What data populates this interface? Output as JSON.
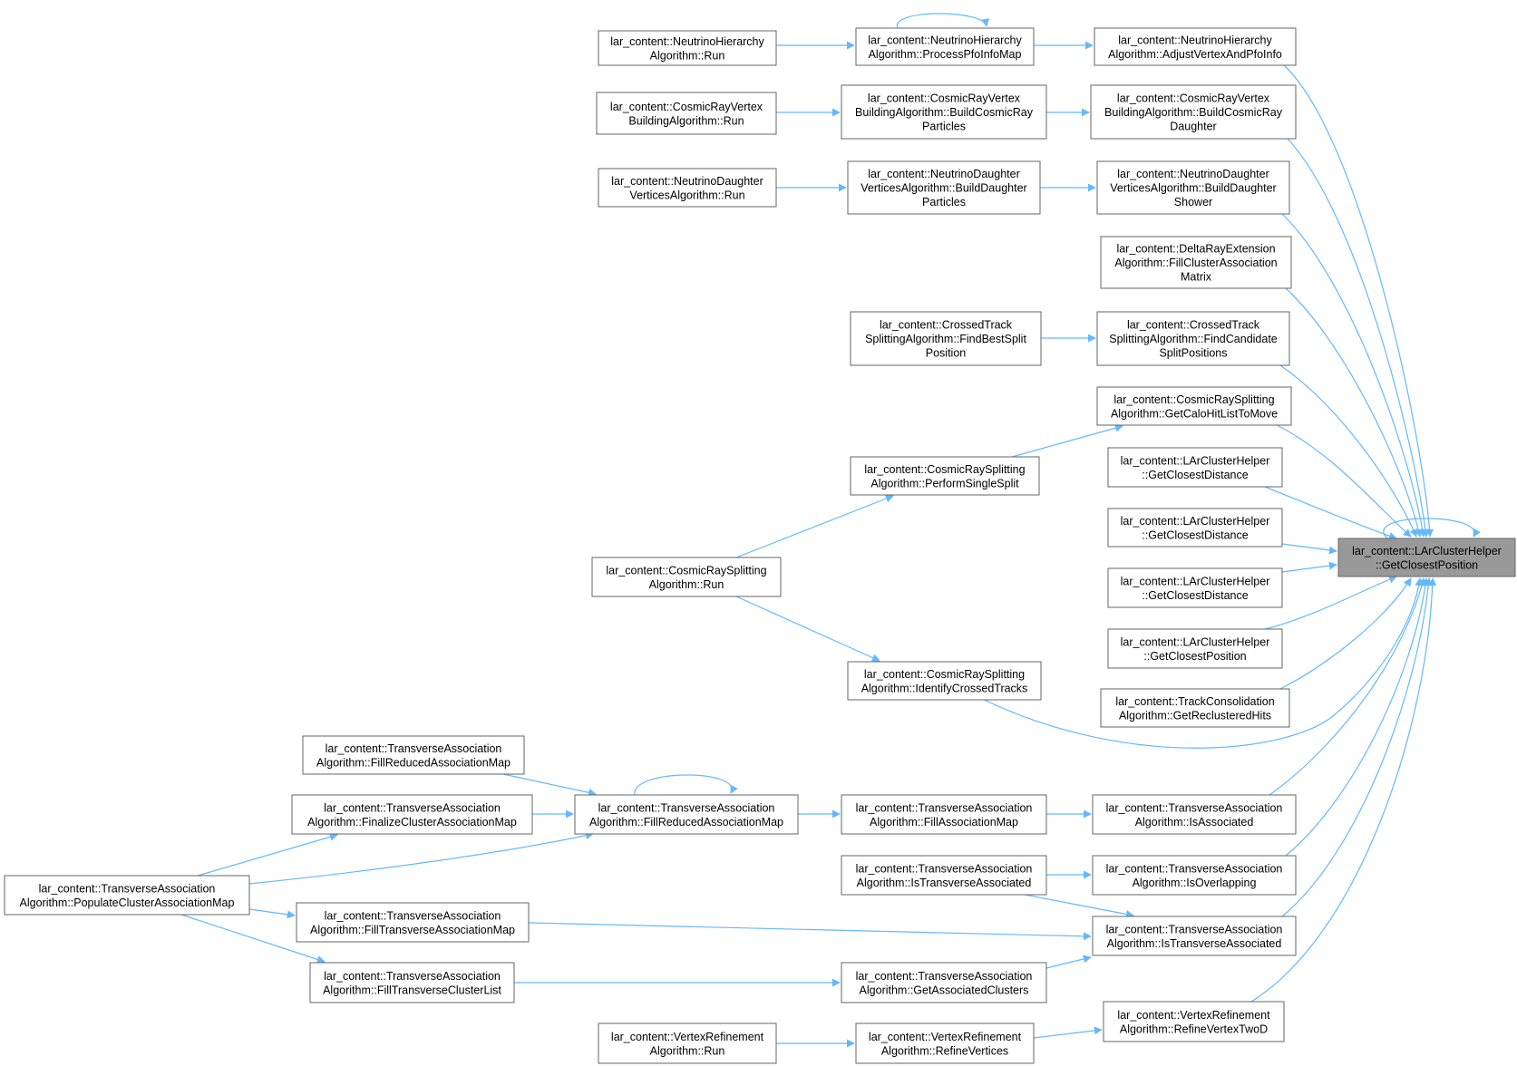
{
  "colors": {
    "edge": "#63b8ff",
    "node_border": "#666666",
    "node_fill": "#ffffff",
    "focus_fill": "#999999",
    "text": "#000000"
  },
  "nodes": {
    "nha_run": [
      "lar_content::NeutrinoHierarchy",
      "Algorithm::Run"
    ],
    "nha_ppim": [
      "lar_content::NeutrinoHierarchy",
      "Algorithm::ProcessPfoInfoMap"
    ],
    "nha_avpi": [
      "lar_content::NeutrinoHierarchy",
      "Algorithm::AdjustVertexAndPfoInfo"
    ],
    "crvb_run": [
      "lar_content::CosmicRayVertex",
      "BuildingAlgorithm::Run"
    ],
    "crvb_bcrp": [
      "lar_content::CosmicRayVertex",
      "BuildingAlgorithm::BuildCosmicRay",
      "Particles"
    ],
    "crvb_bcrd": [
      "lar_content::CosmicRayVertex",
      "BuildingAlgorithm::BuildCosmicRay",
      "Daughter"
    ],
    "ndv_run": [
      "lar_content::NeutrinoDaughter",
      "VerticesAlgorithm::Run"
    ],
    "ndv_bdp": [
      "lar_content::NeutrinoDaughter",
      "VerticesAlgorithm::BuildDaughter",
      "Particles"
    ],
    "ndv_bds": [
      "lar_content::NeutrinoDaughter",
      "VerticesAlgorithm::BuildDaughter",
      "Shower"
    ],
    "dre_fcam": [
      "lar_content::DeltaRayExtension",
      "Algorithm::FillClusterAssociation",
      "Matrix"
    ],
    "cts_fbsp": [
      "lar_content::CrossedTrack",
      "SplittingAlgorithm::FindBestSplit",
      "Position"
    ],
    "cts_fcsp": [
      "lar_content::CrossedTrack",
      "SplittingAlgorithm::FindCandidate",
      "SplitPositions"
    ],
    "crs_gchl": [
      "lar_content::CosmicRaySplitting",
      "Algorithm::GetCaloHitListToMove"
    ],
    "crs_pss": [
      "lar_content::CosmicRaySplitting",
      "Algorithm::PerformSingleSplit"
    ],
    "crs_run": [
      "lar_content::CosmicRaySplitting",
      "Algorithm::Run"
    ],
    "crs_ict": [
      "lar_content::CosmicRaySplitting",
      "Algorithm::IdentifyCrossedTracks"
    ],
    "lch_gcd1": [
      "lar_content::LArClusterHelper",
      "::GetClosestDistance"
    ],
    "lch_gcd2": [
      "lar_content::LArClusterHelper",
      "::GetClosestDistance"
    ],
    "lch_gcd3": [
      "lar_content::LArClusterHelper",
      "::GetClosestDistance"
    ],
    "lch_gcp2": [
      "lar_content::LArClusterHelper",
      "::GetClosestPosition"
    ],
    "lch_gcp": [
      "lar_content::LArClusterHelper",
      "::GetClosestPosition"
    ],
    "tc_grh": [
      "lar_content::TrackConsolidation",
      "Algorithm::GetReclusteredHits"
    ],
    "ta_fram_a": [
      "lar_content::TransverseAssociation",
      "Algorithm::FillReducedAssociationMap"
    ],
    "ta_fcam": [
      "lar_content::TransverseAssociation",
      "Algorithm::FinalizeClusterAssociationMap"
    ],
    "ta_fram_b": [
      "lar_content::TransverseAssociation",
      "Algorithm::FillReducedAssociationMap"
    ],
    "ta_fam": [
      "lar_content::TransverseAssociation",
      "Algorithm::FillAssociationMap"
    ],
    "ta_isa": [
      "lar_content::TransverseAssociation",
      "Algorithm::IsAssociated"
    ],
    "ta_pcam": [
      "lar_content::TransverseAssociation",
      "Algorithm::PopulateClusterAssociationMap"
    ],
    "ta_ita_l": [
      "lar_content::TransverseAssociation",
      "Algorithm::IsTransverseAssociated"
    ],
    "ta_iso": [
      "lar_content::TransverseAssociation",
      "Algorithm::IsOverlapping"
    ],
    "ta_ftam": [
      "lar_content::TransverseAssociation",
      "Algorithm::FillTransverseAssociationMap"
    ],
    "ta_ita_r": [
      "lar_content::TransverseAssociation",
      "Algorithm::IsTransverseAssociated"
    ],
    "ta_ftcl": [
      "lar_content::TransverseAssociation",
      "Algorithm::FillTransverseClusterList"
    ],
    "ta_gac": [
      "lar_content::TransverseAssociation",
      "Algorithm::GetAssociatedClusters"
    ],
    "vr_rvtd": [
      "lar_content::VertexRefinement",
      "Algorithm::RefineVertexTwoD"
    ],
    "vr_run": [
      "lar_content::VertexRefinement",
      "Algorithm::Run"
    ],
    "vr_rv": [
      "lar_content::VertexRefinement",
      "Algorithm::RefineVertices"
    ]
  }
}
